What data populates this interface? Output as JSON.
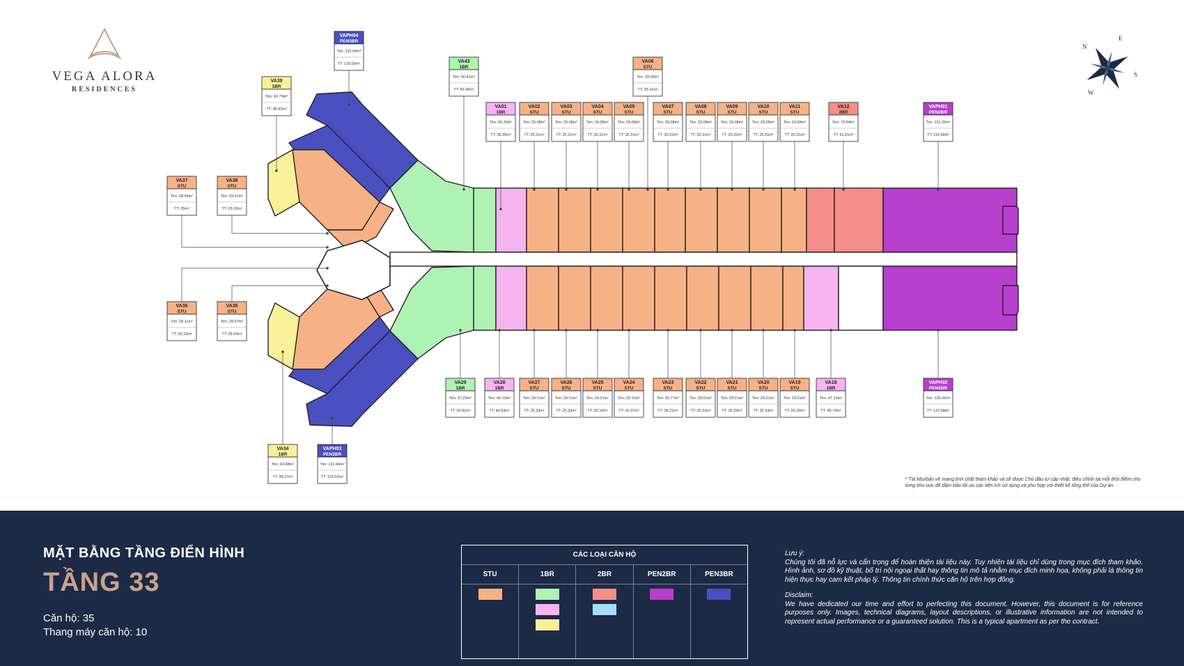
{
  "brand": {
    "name": "VEGA ALORA",
    "subtitle": "RESIDENCES"
  },
  "compass": {
    "icon": "compass-rose-icon",
    "letters": [
      "N",
      "E",
      "S",
      "W"
    ]
  },
  "colors": {
    "STU": "#f6b286",
    "1BR_green": "#aef2b4",
    "1BR_pink": "#f5b3ef",
    "1BR_yellow": "#faf09a",
    "2BR_salmon": "#f58d89",
    "2BR_blue": "#a6dcf7",
    "PEN2BR": "#b63fce",
    "PEN3BR": "#4a4fc0",
    "footer_bg": "#1d2a45",
    "accent": "#c9a38b"
  },
  "units": [
    {
      "code": "VA01",
      "type": "1BR",
      "tim": "Tim: 45.33m²",
      "tt": "TT: 39.95m²"
    },
    {
      "code": "VA02",
      "type": "STU",
      "tim": "Tim: 29.08m²",
      "tt": "TT: 25.31m²"
    },
    {
      "code": "VA03",
      "type": "STU",
      "tim": "Tim: 29.08m²",
      "tt": "TT: 25.31m²"
    },
    {
      "code": "VA04",
      "type": "STU",
      "tim": "Tim: 29.08m²",
      "tt": "TT: 25.31m²"
    },
    {
      "code": "VA05",
      "type": "STU",
      "tim": "Tim: 29.08m²",
      "tt": "TT: 25.31m²"
    },
    {
      "code": "VA06",
      "type": "STU",
      "tim": "Tim: 29.08m²",
      "tt": "TT: 25.31m²"
    },
    {
      "code": "VA07",
      "type": "STU",
      "tim": "Tim: 29.08m²",
      "tt": "TT: 25.31m²"
    },
    {
      "code": "VA08",
      "type": "STU",
      "tim": "Tim: 29.08m²",
      "tt": "TT: 25.31m²"
    },
    {
      "code": "VA09",
      "type": "STU",
      "tim": "Tim: 29.08m²",
      "tt": "TT: 25.31m²"
    },
    {
      "code": "VA10",
      "type": "STU",
      "tim": "Tim: 29.08m²",
      "tt": "TT: 25.31m²"
    },
    {
      "code": "VA11",
      "type": "STU",
      "tim": "Tim: 29.08m²",
      "tt": "TT: 25.31m²"
    },
    {
      "code": "VA12",
      "type": "2BR",
      "tim": "Tim: 70.04m²",
      "tt": "TT: 61.61m²"
    },
    {
      "code": "VAPH01",
      "type": "PEN2BR",
      "tim": "Tim: 131.25m²",
      "tt": "TT: 116.69m²"
    },
    {
      "code": "VA43",
      "type": "1BR",
      "tim": "Tim: 56.81m²",
      "tt": "TT: 50.46m²"
    },
    {
      "code": "VAPH04",
      "type": "PEN3BR",
      "tim": "Tim: 131.94m²",
      "tt": "TT: 120.09m²"
    },
    {
      "code": "VA39",
      "type": "1BR",
      "tim": "Tim: 43.79m²",
      "tt": "TT: 38.43m²"
    },
    {
      "code": "VA37",
      "type": "STU",
      "tim": "Tim: 28.96m²",
      "tt": "TT: 25m²"
    },
    {
      "code": "VA38",
      "type": "STU",
      "tim": "Tim: 29.01m²",
      "tt": "TT: 25.32m²"
    },
    {
      "code": "VA36",
      "type": "STU",
      "tim": "Tim: 29.11m²",
      "tt": "TT: 25.23m²"
    },
    {
      "code": "VA35",
      "type": "STU",
      "tim": "Tim: 28.97m²",
      "tt": "TT: 25.59m²"
    },
    {
      "code": "VA34",
      "type": "1BR",
      "tim": "Tim: 43.88m²",
      "tt": "TT: 38.27m²"
    },
    {
      "code": "VAPH03",
      "type": "PEN3BR",
      "tim": "Tim: 131.94m²",
      "tt": "TT: 119.52m²"
    },
    {
      "code": "VA29",
      "type": "1BR",
      "tim": "Tim: 57.29m²",
      "tt": "TT: 50.82m²"
    },
    {
      "code": "VA28",
      "type": "1BR",
      "tim": "Tim: 46.13m²",
      "tt": "TT: 40.83m²"
    },
    {
      "code": "VA27",
      "type": "STU",
      "tim": "Tim: 29.01m²",
      "tt": "TT: 25.33m²"
    },
    {
      "code": "VA26",
      "type": "STU",
      "tim": "Tim: 29.01m²",
      "tt": "TT: 25.33m²"
    },
    {
      "code": "VA25",
      "type": "STU",
      "tim": "Tim: 29.01m²",
      "tt": "TT: 25.33m²"
    },
    {
      "code": "VA24",
      "type": "STU",
      "tim": "Tim: 29.19m²",
      "tt": "TT: 25.37m²"
    },
    {
      "code": "VA23",
      "type": "STU",
      "tim": "Tim: 32.77m²",
      "tt": "TT: 28.21m²"
    },
    {
      "code": "VA22",
      "type": "STU",
      "tim": "Tim: 29.01m²",
      "tt": "TT: 25.33m²"
    },
    {
      "code": "VA21",
      "type": "STU",
      "tim": "Tim: 29.01m²",
      "tt": "TT: 25.33m²"
    },
    {
      "code": "VA20",
      "type": "STU",
      "tim": "Tim: 29.01m²",
      "tt": "TT: 25.33m²"
    },
    {
      "code": "VA19",
      "type": "STU",
      "tim": "Tim: 29.01m²",
      "tt": "TT: 25.33m²"
    },
    {
      "code": "VA18",
      "type": "1BR",
      "tim": "Tim: 47.10m²",
      "tt": "TT: 40.74m²"
    },
    {
      "code": "VAPH02",
      "type": "PEN2BR",
      "tim": "Tim: 135.66m²",
      "tt": "TT: 122.68m²"
    }
  ],
  "disclaimer_top": "* Tài liệu/bản vẽ mang tính chất tham khảo và sẽ được Chủ đầu tư cập nhật, điều chỉnh tại mỗi thời điểm cho từng khu vực để đảm bảo tối ưu các tiện ích sử dụng và phù hợp với thiết kế tổng thể của Dự án.",
  "footer": {
    "title": "MẶT BẰNG TẦNG ĐIỂN HÌNH",
    "floor": "TẦNG 33",
    "units_count": "Căn hộ: 35",
    "elevators": "Thang máy căn hộ: 10"
  },
  "legend": {
    "title": "CÁC LOẠI CĂN HỘ",
    "columns": [
      {
        "label": "STU",
        "swatches": [
          "#f6b286"
        ]
      },
      {
        "label": "1BR",
        "swatches": [
          "#aef2b4",
          "#f5b3ef",
          "#faf09a"
        ]
      },
      {
        "label": "2BR",
        "swatches": [
          "#f58d89",
          "#a6dcf7"
        ]
      },
      {
        "label": "PEN2BR",
        "swatches": [
          "#b63fce"
        ]
      },
      {
        "label": "PEN3BR",
        "swatches": [
          "#4a4fc0"
        ]
      }
    ]
  },
  "notes": {
    "vi_heading": "Lưu ý:",
    "vi_text": "Chúng tôi đã nỗ lực và cẩn trọng để hoàn thiện tài liệu này. Tuy nhiên tài liệu chỉ dùng trong mục đích tham khảo. Hình ảnh, sơ đồ kỹ thuật, bố trí nội ngoại thất hay thông tin mô tả nhằm mục đích minh họa, không phải là thông tin hiện thực hay cam kết pháp lý. Thông tin chính thức căn hộ trên hợp đồng.",
    "en_heading": "Disclaim:",
    "en_text": "We have dedicated our time and effort to perfecting this document. However, this document is for reference purposes only. Images, technical diagrams, layout descriptions, or illustrative information are not intended to represent actual performance or a guaranteed solution. This is a typical apartment as per the contract."
  }
}
